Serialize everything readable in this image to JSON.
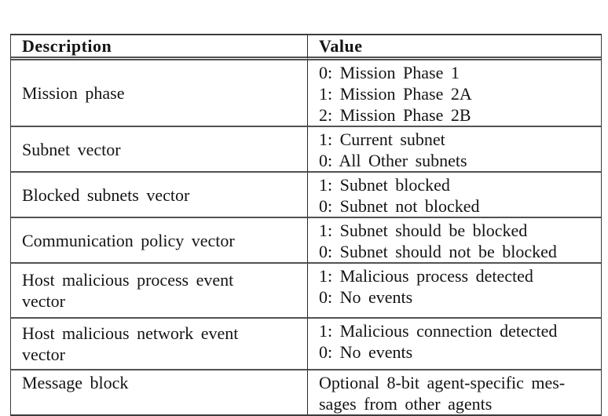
{
  "table": {
    "columns": [
      "Description",
      "Value"
    ],
    "rows": [
      {
        "description": [
          "Mission phase"
        ],
        "value": [
          "0: Mission Phase 1",
          "1: Mission Phase 2A",
          "2: Mission Phase 2B"
        ]
      },
      {
        "description": [
          "Subnet vector"
        ],
        "value": [
          "1: Current subnet",
          "0: All Other subnets"
        ]
      },
      {
        "description": [
          "Blocked subnets vector"
        ],
        "value": [
          "1: Subnet blocked",
          "0: Subnet not blocked"
        ]
      },
      {
        "description": [
          "Communication policy vector"
        ],
        "value": [
          "1: Subnet should be blocked",
          "0: Subnet should not be blocked"
        ]
      },
      {
        "description": [
          "Host malicious process event",
          "vector"
        ],
        "value": [
          "1: Malicious process detected",
          "0: No events"
        ]
      },
      {
        "description": [
          "Host malicious network event",
          "vector"
        ],
        "value": [
          "1: Malicious connection detected",
          "0: No events"
        ]
      },
      {
        "description": [
          "Message block"
        ],
        "value": [
          "Optional 8-bit agent-specific mes-",
          "sages from other agents"
        ]
      }
    ],
    "colors": {
      "text": "#141414",
      "rule": "#525252",
      "border": "#3c3c3c",
      "background": "#ffffff"
    }
  }
}
